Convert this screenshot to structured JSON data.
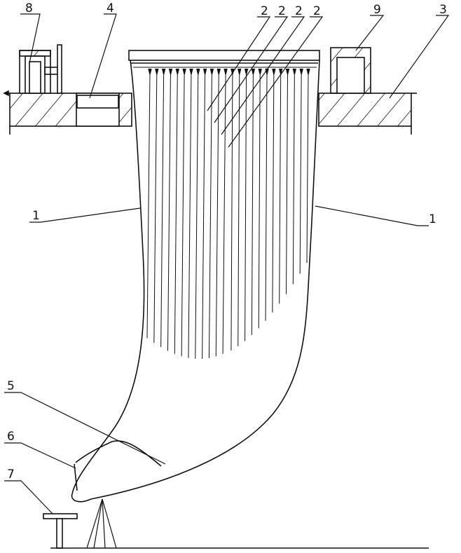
{
  "diagram": {
    "labels": {
      "guide_plate": "1",
      "wires": "2",
      "floor_slab": "3",
      "opening": "4",
      "chute": "5",
      "outlet_lip": "6",
      "support_table": "7",
      "left_frame": "8",
      "right_frame": "9"
    }
  },
  "colors": {
    "ink": "#111111",
    "background": "#ffffff"
  }
}
